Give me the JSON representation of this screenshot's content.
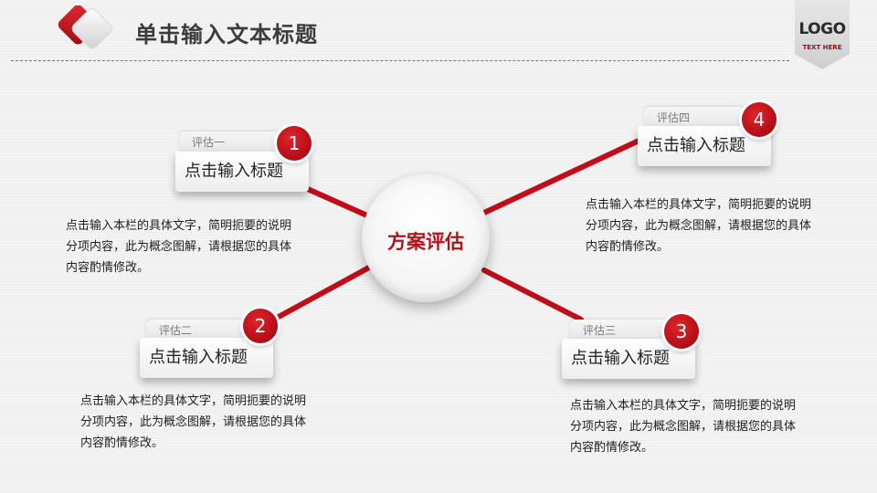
{
  "header": {
    "title": "单击输入文本标题",
    "logo": "LOGO",
    "logo_sub": "TEXT HERE"
  },
  "colors": {
    "accent": "#b3121a",
    "connector": "#c00d17",
    "background": "#f3f3f3"
  },
  "hub": {
    "label": "方案评估"
  },
  "nodes": [
    {
      "number": "1",
      "tag": "评估一",
      "title": "点击输入标题",
      "desc": "点击输入本栏的具体文字，简明扼要的说明分项内容，此为概念图解，请根据您的具体内容酌情修改。"
    },
    {
      "number": "2",
      "tag": "评估二",
      "title": "点击输入标题",
      "desc": "点击输入本栏的具体文字，简明扼要的说明分项内容，此为概念图解，请根据您的具体内容酌情修改。"
    },
    {
      "number": "3",
      "tag": "评估三",
      "title": "点击输入标题",
      "desc": "点击输入本栏的具体文字，简明扼要的说明分项内容，此为概念图解，请根据您的具体内容酌情修改。"
    },
    {
      "number": "4",
      "tag": "评估四",
      "title": "点击输入标题",
      "desc": "点击输入本栏的具体文字，简明扼要的说明分项内容，此为概念图解，请根据您的具体内容酌情修改。"
    }
  ]
}
